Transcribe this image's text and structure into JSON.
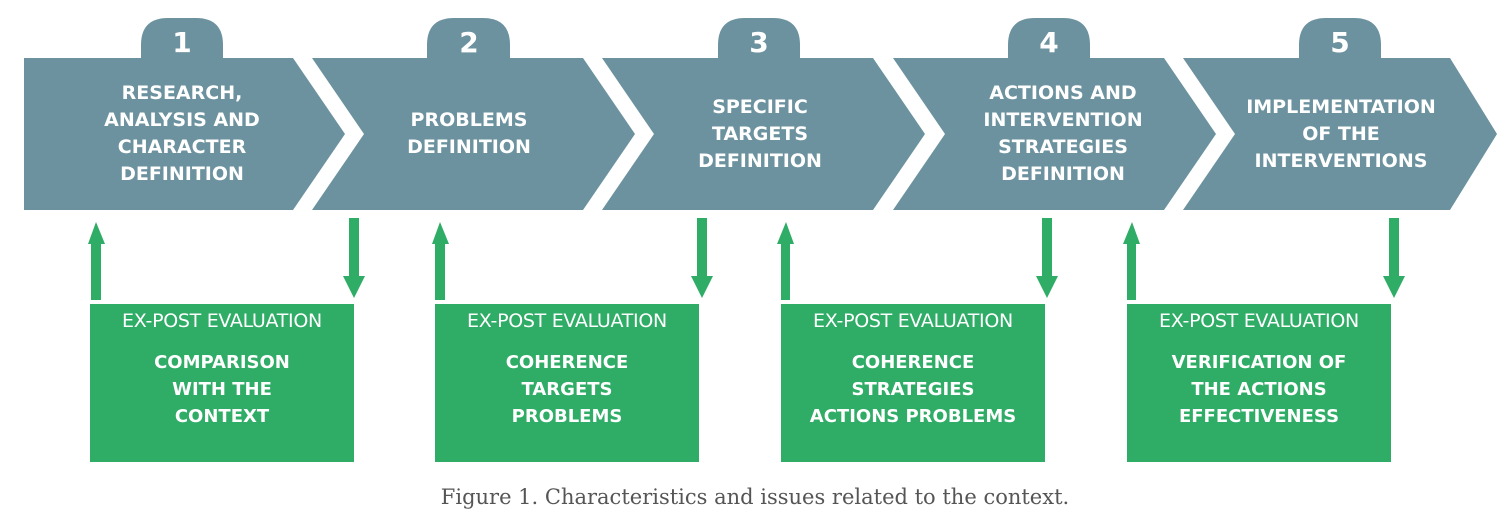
{
  "colors": {
    "step_fill": "#6b929e",
    "evaluation_fill": "#2fac66",
    "arrow": "#2fac66",
    "text_light": "#ffffff",
    "caption": "#555555"
  },
  "steps": [
    {
      "number": "1",
      "title": "RESEARCH,\nANALYSIS AND\nCHARACTER\nDEFINITION"
    },
    {
      "number": "2",
      "title": "PROBLEMS\nDEFINITION"
    },
    {
      "number": "3",
      "title": "SPECIFIC\nTARGETS\nDEFINITION"
    },
    {
      "number": "4",
      "title": "ACTIONS AND\nINTERVENTION\nSTRATEGIES\nDEFINITION"
    },
    {
      "number": "5",
      "title": "IMPLEMENTATION\nOF THE\nINTERVENTIONS"
    }
  ],
  "evaluations": [
    {
      "heading": "EX-POST EVALUATION",
      "body": "COMPARISON\nWITH THE\nCONTEXT"
    },
    {
      "heading": "EX-POST EVALUATION",
      "body": "COHERENCE\nTARGETS\nPROBLEMS"
    },
    {
      "heading": "EX-POST EVALUATION",
      "body": "COHERENCE\nSTRATEGIES\nACTIONS PROBLEMS"
    },
    {
      "heading": "EX-POST EVALUATION",
      "body": "VERIFICATION OF\nTHE ACTIONS\nEFFECTIVENESS"
    }
  ],
  "caption": "Figure 1. Characteristics and issues related to the context."
}
